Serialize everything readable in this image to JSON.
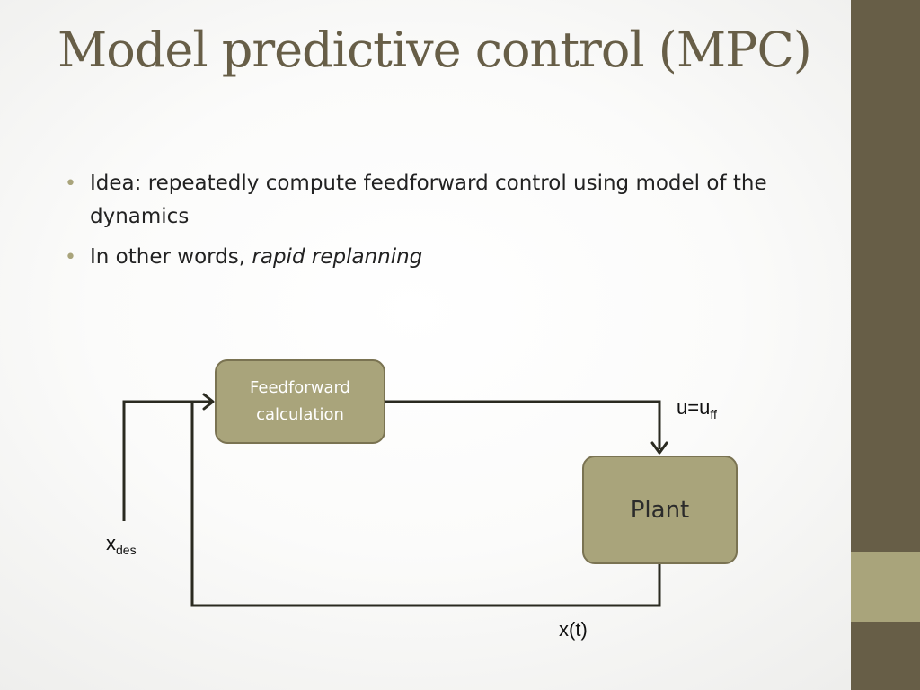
{
  "slide": {
    "title": "Model predictive control (MPC)",
    "bullets": [
      {
        "text": "Idea: repeatedly compute feedforward control using model of the dynamics"
      },
      {
        "prefix": "In other words, ",
        "emphasis": "rapid replanning"
      }
    ]
  },
  "diagram": {
    "feedforward_box": "Feedforward calculation",
    "plant_box": "Plant",
    "control_label": {
      "base": "u=u",
      "sub": "ff"
    },
    "desired_label": {
      "base": "x",
      "sub": "des"
    },
    "state_label": "x(t)"
  },
  "colors": {
    "title": "#675e47",
    "sidebar": "#675e47",
    "accent": "#a9a47b",
    "box_fill": "#a9a47b",
    "line": "#2a2a20"
  }
}
